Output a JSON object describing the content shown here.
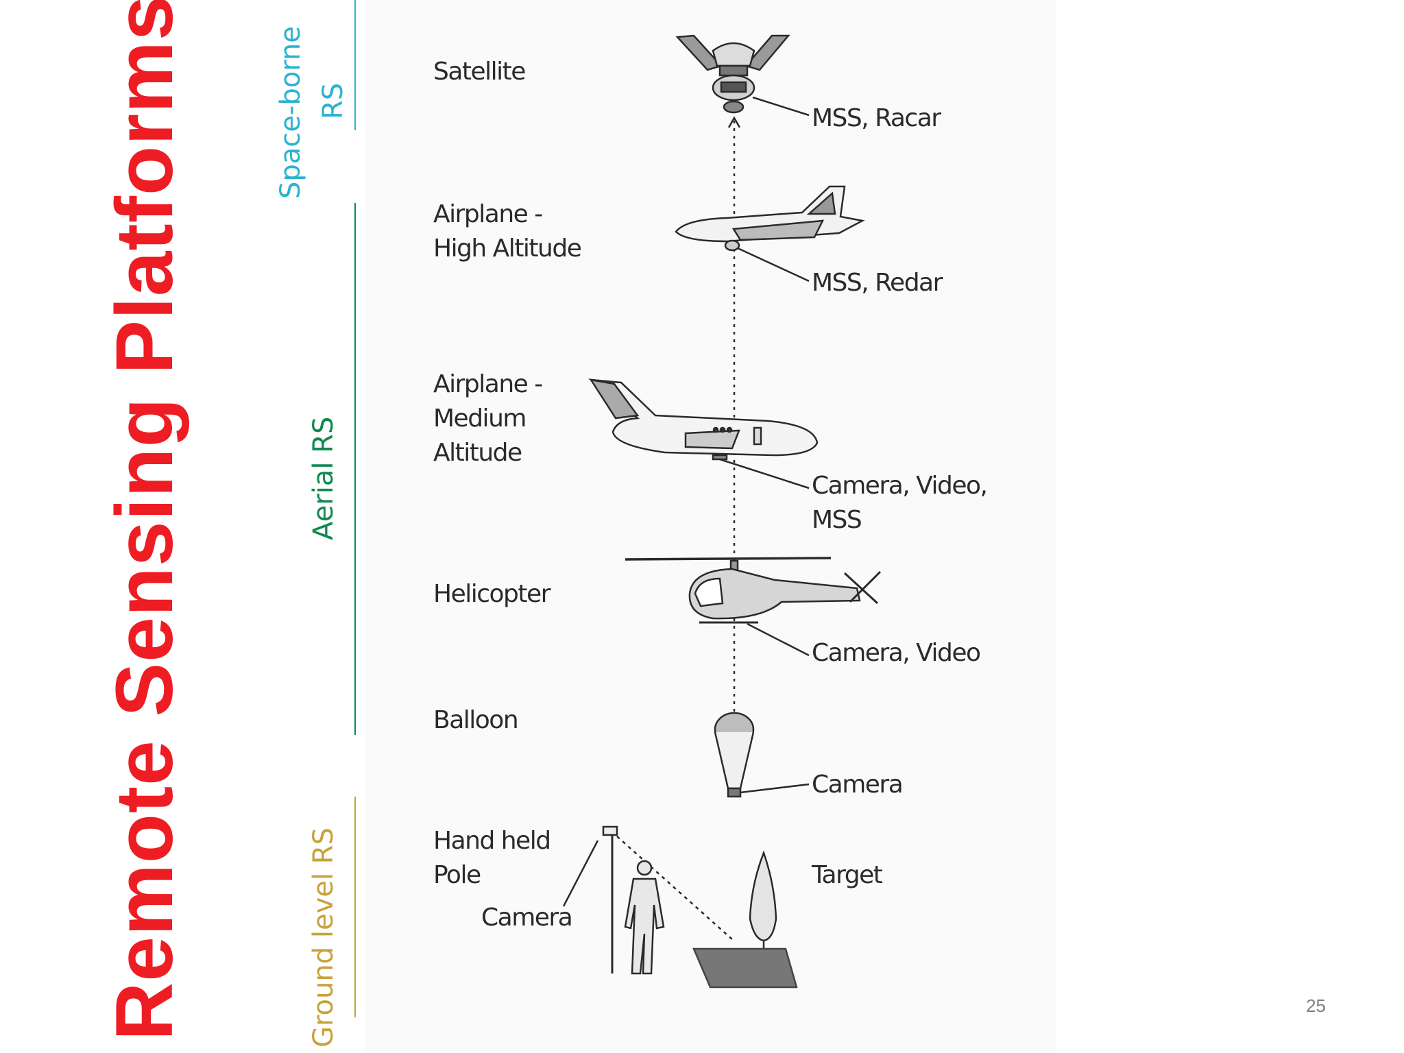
{
  "slide": {
    "title": "Remote Sensing Platforms",
    "page_number": "25",
    "title_color": "#ee1d23"
  },
  "categories": [
    {
      "label": "Space-borne",
      "label2": "RS",
      "color": "#2ab3d0"
    },
    {
      "label": "Aerial RS",
      "color": "#0f8a4f"
    },
    {
      "label": "Ground level RS",
      "color": "#c8a23a"
    }
  ],
  "platforms": [
    {
      "name": "Satellite",
      "sensors": "MSS, Racar",
      "icon": "satellite-icon"
    },
    {
      "name": "Airplane -\nHigh Altitude",
      "sensors": "MSS, Redar",
      "icon": "jet-icon"
    },
    {
      "name": "Airplane -\nMedium\nAltitude",
      "sensors": "Camera, Video,\nMSS",
      "icon": "airplane-icon"
    },
    {
      "name": "Helicopter",
      "sensors": "Camera, Video",
      "icon": "helicopter-icon"
    },
    {
      "name": "Balloon",
      "sensors": "Camera",
      "icon": "balloon-icon"
    },
    {
      "name": "Hand held\nPole",
      "sensors": "Camera",
      "icon": "pole-camera-icon"
    }
  ],
  "target_label": "Target"
}
